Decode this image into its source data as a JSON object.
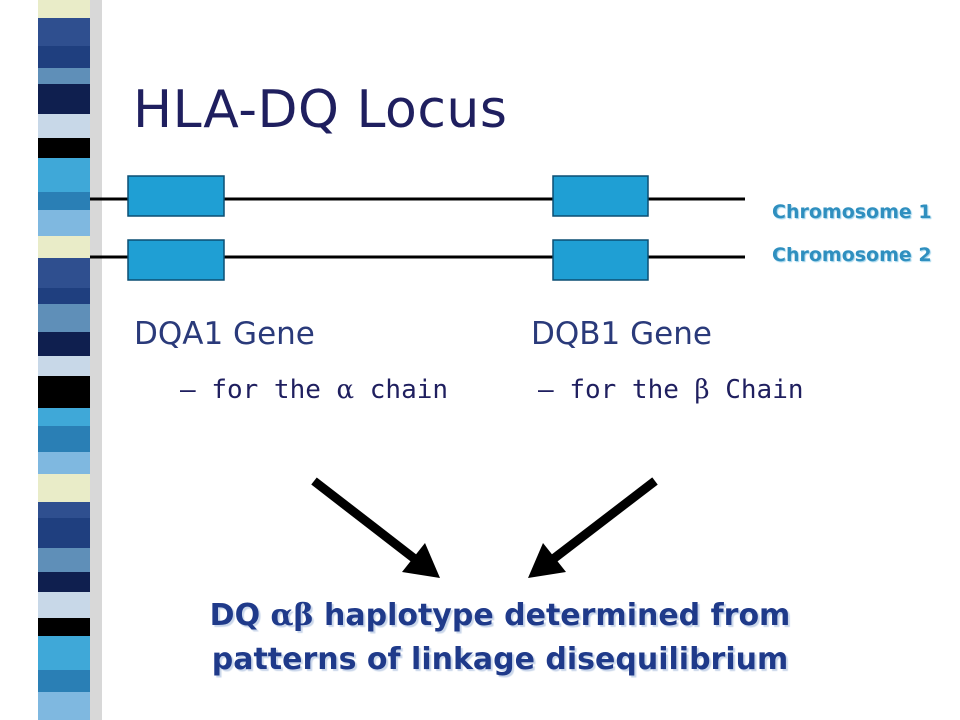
{
  "title": "HLA-DQ Locus",
  "chromosomes": [
    "Chromosome 1",
    "Chromosome 2"
  ],
  "genes": [
    {
      "name": "DQA1 Gene",
      "dash": "–",
      "prefix": "for the",
      "greek": "α",
      "suffix": "chain"
    },
    {
      "name": "DQB1 Gene",
      "dash": "–",
      "prefix": "for the",
      "greek": "β",
      "suffix": "Chain"
    }
  ],
  "conclusion": {
    "line1_start": "DQ",
    "line1_greek": "αβ",
    "line1_end": "haplotype determined from",
    "line2": "patterns of linkage disequilibrium"
  },
  "colors": {
    "gene_box": "#1f9fd4",
    "chromosome_line": "#000000",
    "title": "#1f1f5f",
    "chromosome_label": "#2f8fbf",
    "conclusion": "#1f3a8a"
  }
}
